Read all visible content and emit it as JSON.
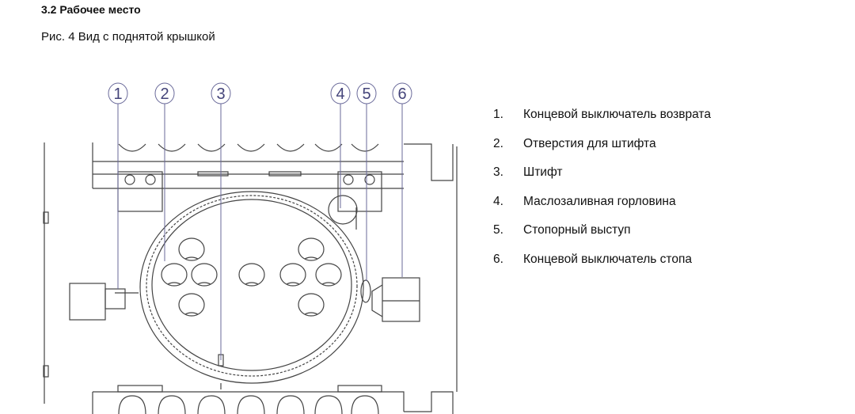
{
  "section_title": "3.2 Рабочее место",
  "figure_caption": "Рис. 4 Вид с поднятой крышкой",
  "callouts": [
    "1",
    "2",
    "3",
    "4",
    "5",
    "6"
  ],
  "legend": [
    {
      "num": "1.",
      "text": "Концевой выключатель возврата"
    },
    {
      "num": "2.",
      "text": "Отверстия для штифта"
    },
    {
      "num": "3.",
      "text": "Штифт"
    },
    {
      "num": "4.",
      "text": "Маслозаливная горловина"
    },
    {
      "num": "5.",
      "text": "Стопорный выступ"
    },
    {
      "num": "6.",
      "text": "Концевой выключатель стопа"
    }
  ]
}
